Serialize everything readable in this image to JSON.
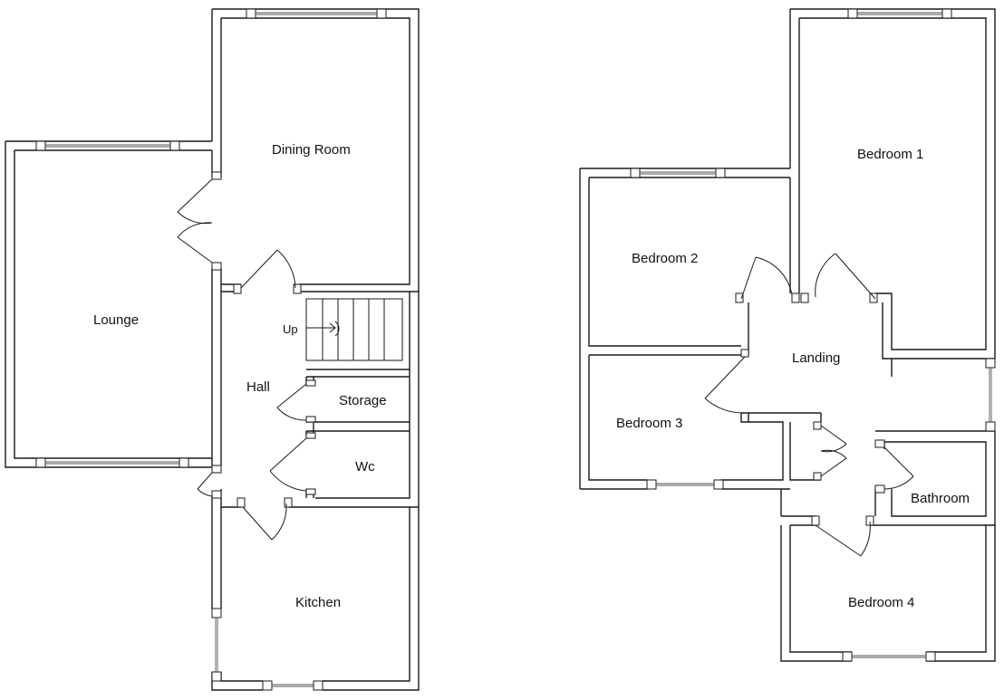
{
  "ground_floor": {
    "lounge": "Lounge",
    "dining_room": "Dining Room",
    "hall": "Hall",
    "storage": "Storage",
    "wc": "Wc",
    "kitchen": "Kitchen",
    "stairs_up": "Up"
  },
  "first_floor": {
    "bedroom_1": "Bedroom 1",
    "bedroom_2": "Bedroom 2",
    "bedroom_3": "Bedroom 3",
    "bedroom_4": "Bedroom 4",
    "landing": "Landing",
    "bathroom": "Bathroom"
  }
}
